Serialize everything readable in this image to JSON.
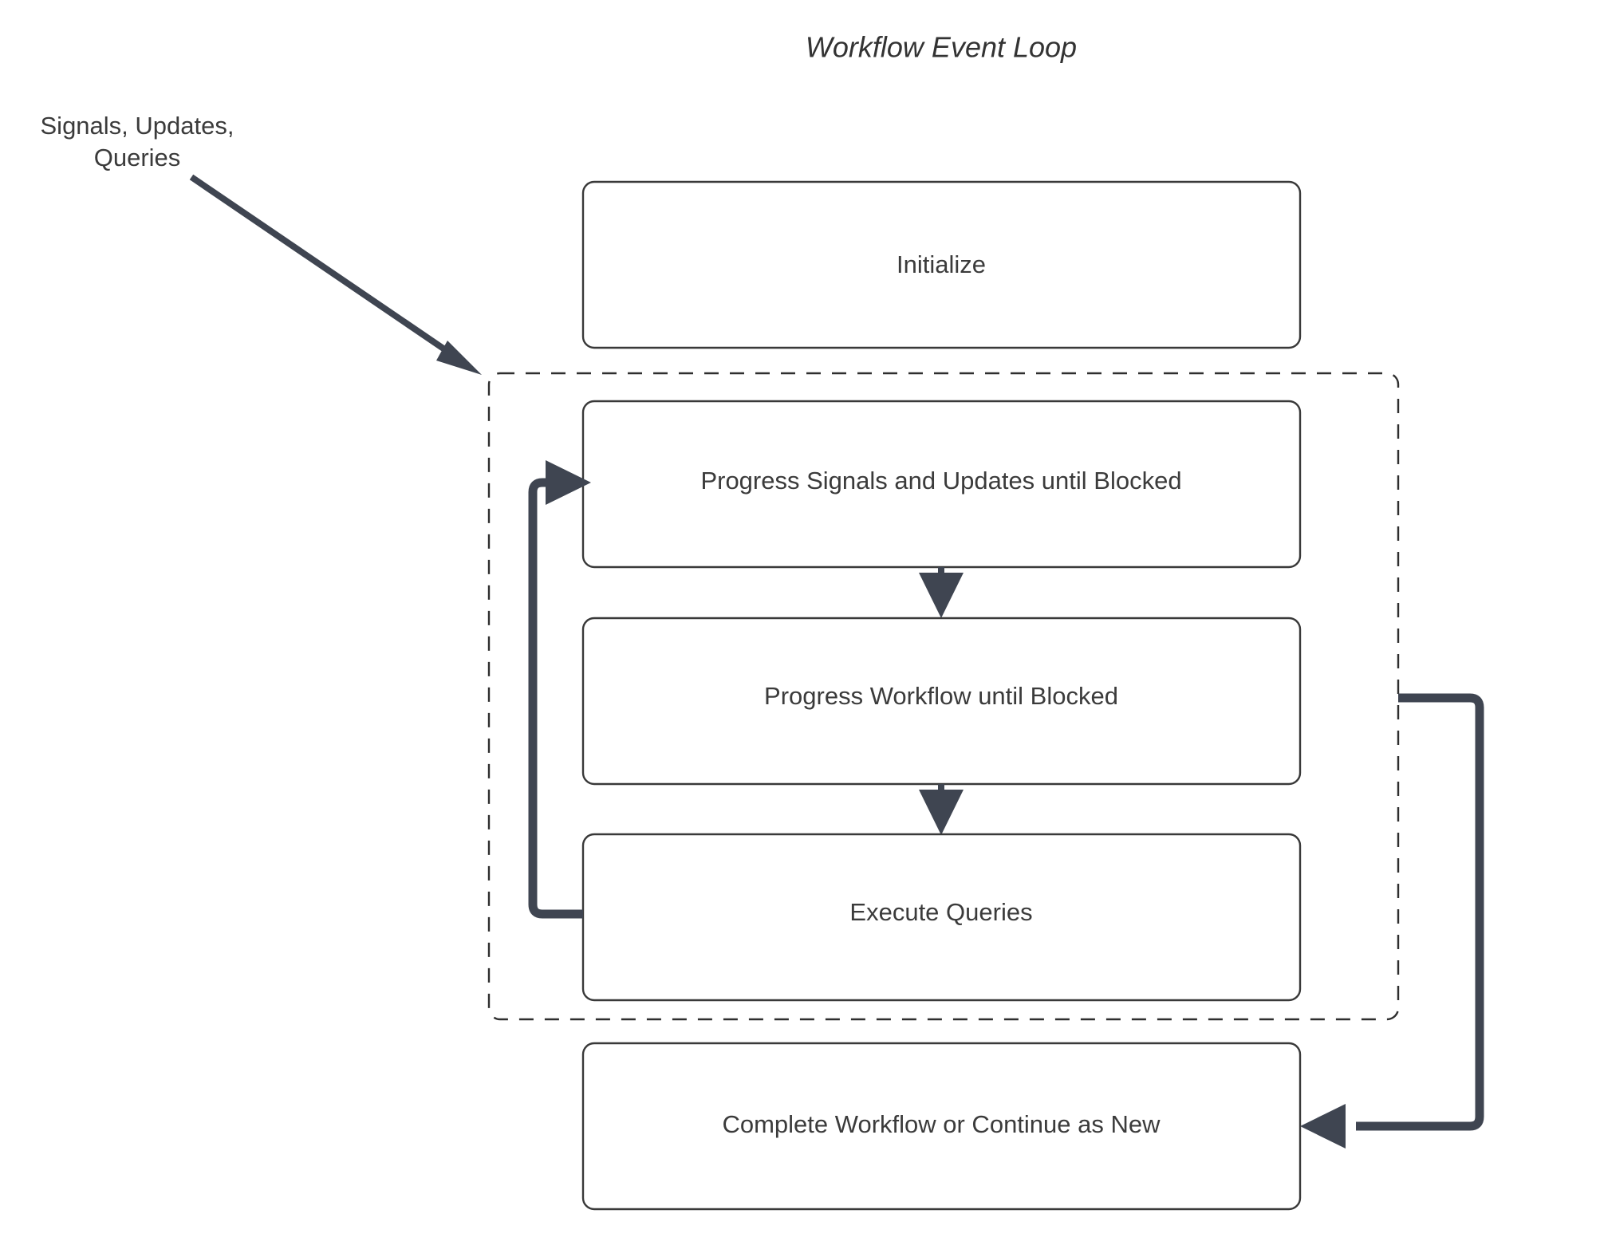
{
  "diagram": {
    "title": "Workflow Event Loop",
    "background_color": "#ffffff",
    "node_stroke_color": "#393939",
    "flow_color": "#3f4551",
    "text_color": "#3b3b3b",
    "external_label": {
      "line1": "Signals, Updates,",
      "line2": "Queries"
    },
    "nodes": [
      {
        "id": "initialize",
        "label": "Initialize"
      },
      {
        "id": "progress-signals",
        "label": "Progress Signals and Updates until Blocked"
      },
      {
        "id": "progress-workflow",
        "label": "Progress Workflow until Blocked"
      },
      {
        "id": "execute-queries",
        "label": "Execute Queries"
      },
      {
        "id": "complete-workflow",
        "label": "Complete Workflow or Continue as New"
      }
    ],
    "loop_group": {
      "id": "event-loop-group",
      "style": "dashed"
    },
    "edges": [
      {
        "id": "signals-to-loop",
        "from": "Signals, Updates, Queries",
        "to": "event-loop-group",
        "style": "diagonal-arrow"
      },
      {
        "id": "signals-to-workflow",
        "from": "progress-signals",
        "to": "progress-workflow",
        "style": "arrow-down"
      },
      {
        "id": "workflow-to-queries",
        "from": "progress-workflow",
        "to": "execute-queries",
        "style": "arrow-down"
      },
      {
        "id": "queries-loopback",
        "from": "execute-queries",
        "to": "progress-signals",
        "style": "loop-left"
      },
      {
        "id": "loop-to-complete",
        "from": "event-loop-group",
        "to": "complete-workflow",
        "style": "loop-right"
      }
    ]
  }
}
